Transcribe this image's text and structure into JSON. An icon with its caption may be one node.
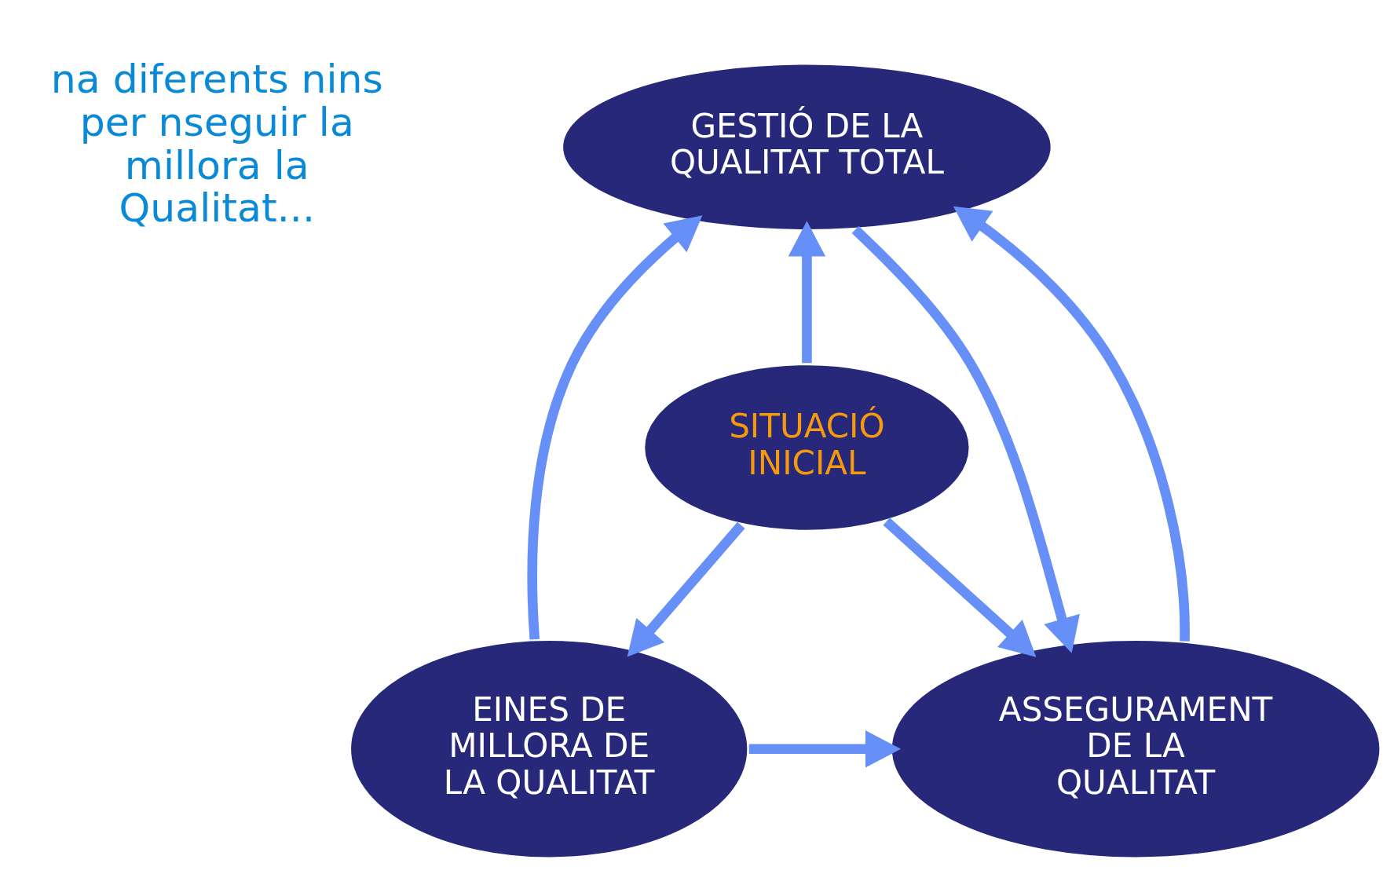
{
  "diagram": {
    "nodes": [
      {
        "text": [
          "GESTIÓ DE LA QUALITAT TOTAL"
        ]
      },
      {
        "text": [
          "SITUACIÓ INICIAL"
        ]
      },
      {
        "text": [
          "EINES DE MILLORA DE LA QUALITAT"
        ]
      },
      {
        "text": [
          "ASSEGURAMENT DE LA QUALITAT"
        ]
      }
    ],
    "edges": [
      {
        "from": 1,
        "to": 0,
        "arrow": "to"
      },
      {
        "from": 1,
        "to": 2,
        "arrow": "to"
      },
      {
        "from": 1,
        "to": 3,
        "arrow": "to"
      },
      {
        "from": 2,
        "to": 0,
        "arrow": "to"
      },
      {
        "from": 2,
        "to": 3,
        "arrow": "to"
      },
      {
        "from": 0,
        "to": 3,
        "arrow": "to"
      },
      {
        "from": 3,
        "to": 0,
        "arrow": "to"
      }
    ],
    "labels": [
      "na diferents nins per nseguir la millora la Qualitat..."
    ]
  }
}
